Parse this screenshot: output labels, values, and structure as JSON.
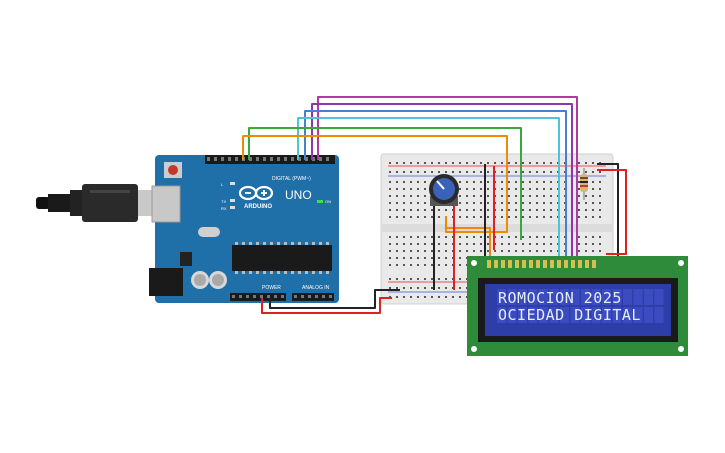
{
  "arduino": {
    "logo": "ARDUINO",
    "model": "UNO",
    "label_power": "POWER",
    "label_analog": "ANALOG IN",
    "label_digital": "DIGITAL (PWM~)",
    "label_on": "ON",
    "label_tx": "TX",
    "label_rx": "RX",
    "label_l": "L"
  },
  "lcd": {
    "line1": "ROMOCION 2025",
    "line2": "OCIEDAD DIGITAL",
    "background_color": "#2d3ea8",
    "board_color": "#2e8b3a"
  },
  "colors": {
    "arduino_board": "#1f6fa8",
    "breadboard": "#e9e9e9",
    "wire_orange": "#f08a00",
    "wire_green": "#3aa83a",
    "wire_cyan": "#4fc3d8",
    "wire_blue": "#4a7fd0",
    "wire_purple": "#8a3aa8",
    "wire_magenta": "#b03aa0",
    "wire_red": "#e02020",
    "wire_black": "#222222"
  },
  "icons": {
    "usb_cable": "usb-cable-icon",
    "potentiometer": "potentiometer-icon",
    "resistor": "resistor-icon",
    "chip": "chip-icon"
  }
}
